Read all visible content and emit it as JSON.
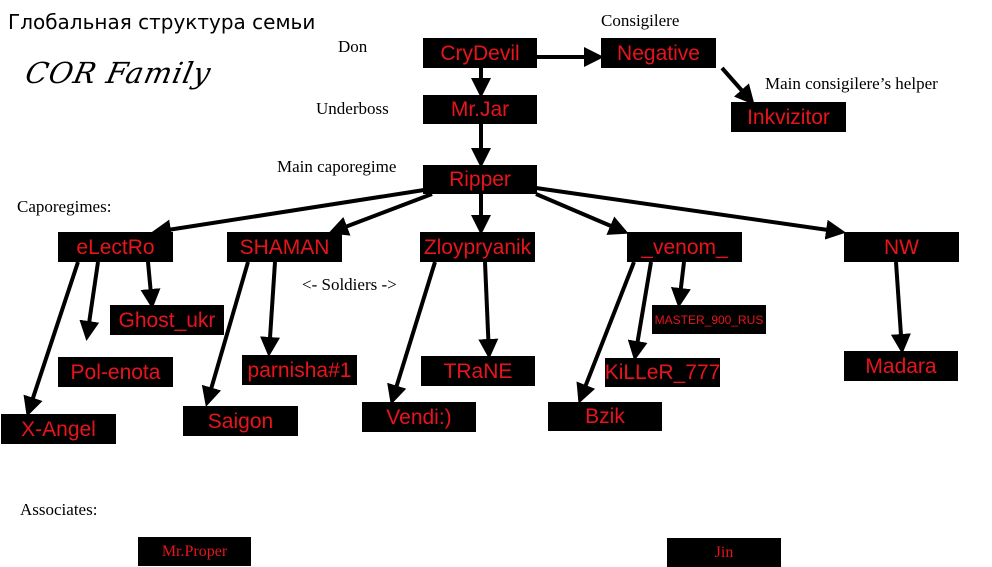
{
  "title": "Глобальная структура семьи",
  "logo_text": "COR Family",
  "labels": {
    "don": "Don",
    "consigliere": "Consigilere",
    "helper": "Main consigilere’s helper",
    "underboss": "Underboss",
    "main_caporegime": "Main caporegime",
    "caporegimes": "Caporegimes:",
    "soldiers": "<- Soldiers ->",
    "associates": "Associates:"
  },
  "colors": {
    "node_background": "#000000",
    "node_text": "#e8141c",
    "edge": "#000000",
    "page": "#ffffff"
  },
  "nodes": {
    "crydevil": "CryDevil",
    "negative": "Negative",
    "inkvizitor": "Inkvizitor",
    "mrjar": "Mr.Jar",
    "ripper": "Ripper",
    "electro": "eLectRo",
    "shaman": "SHAMAN",
    "zloypryanik": "Zloypryanik",
    "venom": "_venom_",
    "nw": "NW",
    "ghost_ukr": "Ghost_ukr",
    "pol_enota": "Pol-enota",
    "x_angel": "X-Angel",
    "parnisha": "parnisha#1",
    "saigon": "Saigon",
    "trane": "TRaNE",
    "vendi": "Vendi:)",
    "master900": "MASTER_900_RUS",
    "killer777": "KiLLeR_777",
    "bzik": "Bzik",
    "madara": "Madara",
    "mrproper": "Mr.Proper",
    "jin": "Jin"
  }
}
